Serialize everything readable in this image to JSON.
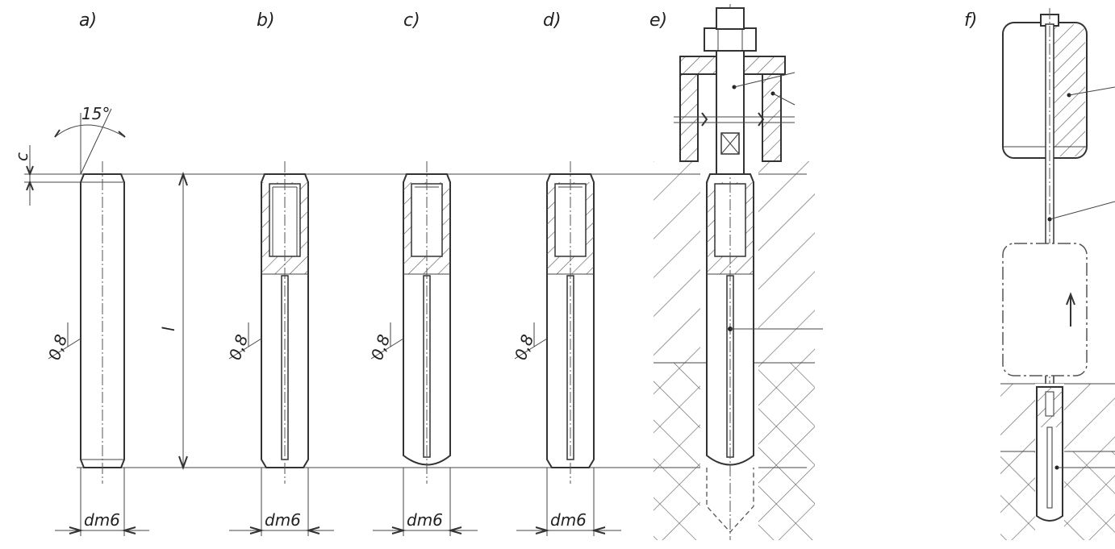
{
  "figure_labels": [
    "a)",
    "b)",
    "c)",
    "d)",
    "e)",
    "f)"
  ],
  "angle_label": "15°",
  "chamfer_label": "c",
  "length_label": "l",
  "roughness_label": "0,8",
  "diameter_label": "dm6"
}
